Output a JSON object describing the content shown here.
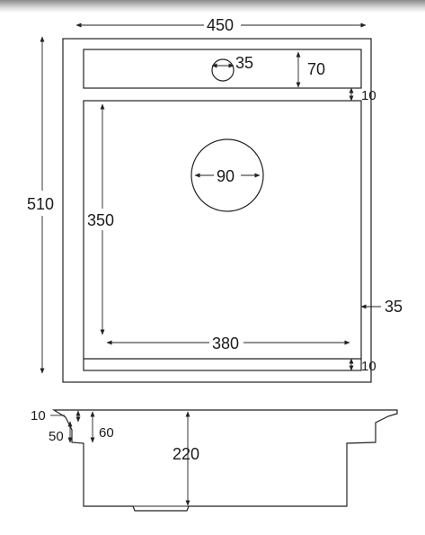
{
  "top_view": {
    "width_label": "450",
    "height_label": "510",
    "overflow_hole_label": "35",
    "ledge_height_label": "70",
    "gap_top_label": "10",
    "drain_label": "90",
    "bowl_height_label": "350",
    "bowl_width_label": "380",
    "side_margin_label": "35",
    "gap_bottom_label": "10"
  },
  "section_view": {
    "rim_label": "10",
    "depth_50_label": "50",
    "depth_60_label": "60",
    "bowl_depth_label": "220"
  }
}
